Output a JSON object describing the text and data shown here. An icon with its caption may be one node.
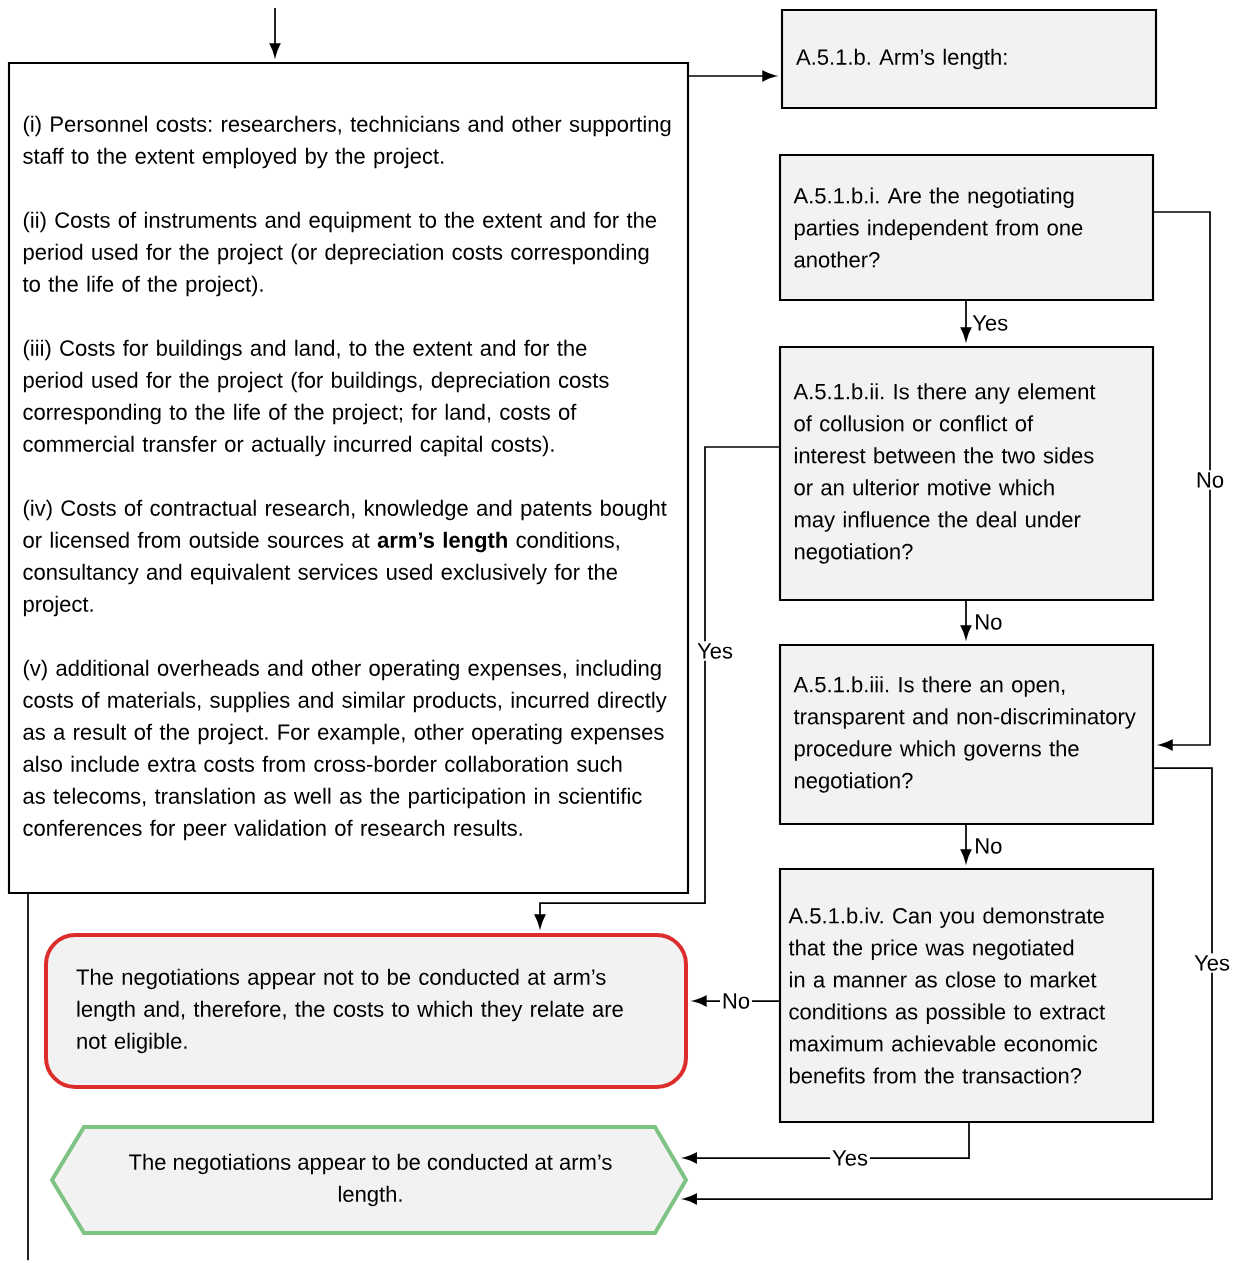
{
  "diagram": {
    "nodes": [
      {
        "text": [
          "(i) Personnel costs: researchers, technicians and other supporting staff to the extent employed by the project.",
          "(ii) Costs of instruments and equipment to the extent and for the period used for the project (or depreciation costs corresponding to the life of the project).",
          "(iii) Costs for buildings and land, to the extent and for the period used for the project (for buildings, depreciation costs corresponding to the life of the project; for land, costs of commercial transfer or actually incurred capital costs).",
          "(iv) Costs of contractual research, knowledge and patents bought or licensed from outside sources at **arm’s length** conditions, consultancy and equivalent services used exclusively for the project.",
          "(v) additional overheads and other operating expenses, including costs of materials, supplies and similar products, incurred directly as a result of the project. For example, other operating expenses also include extra costs from cross-border collaboration such as telecoms, translation as well as the participation in scientific conferences for peer validation of research results."
        ]
      },
      {
        "text": [
          "A.5.1.b. Arm’s length:"
        ]
      },
      {
        "text": [
          "A.5.1.b.i. Are the negotiating parties independent from one another?"
        ]
      },
      {
        "text": [
          "A.5.1.b.ii. Is there any element of collusion or conflict of interest between the two sides or an ulterior motive which may influence the deal under negotiation?"
        ]
      },
      {
        "text": [
          "A.5.1.b.iii. Is there an open, transparent and non-discriminatory procedure which governs the negotiation?"
        ]
      },
      {
        "text": [
          "A.5.1.b.iv. Can you demonstrate that the price was negotiated in a manner as close to market conditions as possible to extract maximum achievable economic benefits from the transaction?"
        ]
      },
      {
        "text": [
          "The negotiations appear not to be conducted at arm’s length and, therefore, the costs to which they relate are not eligible."
        ]
      },
      {
        "text": [
          "The negotiations appear to be conducted at arm’s length."
        ]
      }
    ],
    "edges": [
      {
        "from": null,
        "to": 0,
        "arrow": "to"
      },
      {
        "from": 0,
        "to": 1,
        "arrow": "to"
      },
      {
        "from": 2,
        "to": 3,
        "arrow": "to",
        "label": "Yes"
      },
      {
        "from": 2,
        "to": 4,
        "arrow": "to",
        "label": "No"
      },
      {
        "from": 3,
        "to": 4,
        "arrow": "to",
        "label": "No"
      },
      {
        "from": 3,
        "to": 6,
        "arrow": "to",
        "label": "Yes"
      },
      {
        "from": 4,
        "to": 5,
        "arrow": "to",
        "label": "No"
      },
      {
        "from": 4,
        "to": 7,
        "arrow": "to",
        "label": "Yes"
      },
      {
        "from": 5,
        "to": 6,
        "arrow": "to",
        "label": "No"
      },
      {
        "from": 5,
        "to": 7,
        "arrow": "to",
        "label": "Yes"
      },
      {
        "from": 0,
        "to": null,
        "arrow": "none"
      }
    ]
  }
}
